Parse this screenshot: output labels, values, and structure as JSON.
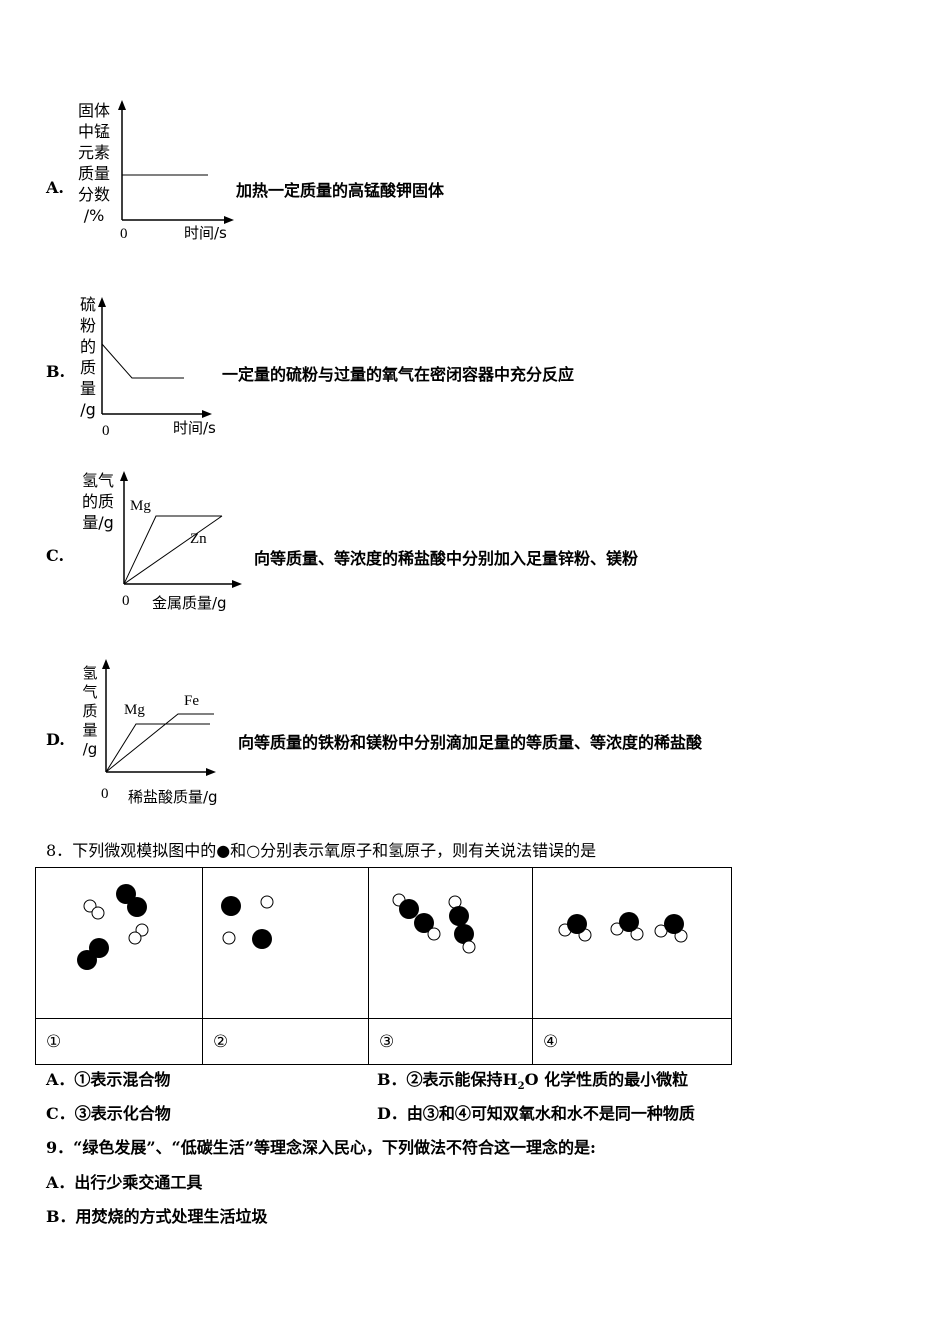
{
  "graphs": [
    {
      "letter": "A.",
      "y_label": "固体\n中锰\n元素\n质量\n分数\n/%",
      "origin": "0",
      "x_label": "时间/s",
      "caption": "加热一定质量的高锰酸钾固体"
    },
    {
      "letter": "B.",
      "y_label": "硫\n粉\n的\n质\n量\n/g",
      "origin": "0",
      "x_label": "时间/s",
      "caption": "一定量的硫粉与过量的氧气在密闭容器中充分反应"
    },
    {
      "letter": "C.",
      "y_label": "氢气\n的质\n量/g",
      "origin": "0",
      "x_label": "金属质量/g",
      "line_labels": [
        "Mg",
        "Zn"
      ],
      "caption": "向等质量、等浓度的稀盐酸中分别加入足量锌粉、镁粉"
    },
    {
      "letter": "D.",
      "y_label": "氢\n气\n质\n量\n/g",
      "origin": "0",
      "x_label": "稀盐酸质量/g",
      "line_labels": [
        "Mg",
        "Fe"
      ],
      "caption": "向等质量的铁粉和镁粉中分别滴加足量的等质量、等浓度的稀盐酸"
    }
  ],
  "q8": {
    "number": "8．",
    "text_before": "下列微观模拟图中的",
    "filled_symbol": "●",
    "text_middle": "和",
    "open_symbol": "○",
    "text_after": "分别表示氧原子和氢原子，则有关说法错误的是",
    "cells": [
      "①",
      "②",
      "③",
      "④"
    ],
    "options": {
      "A": "A．①表示混合物",
      "B_pre": "B．②表示能保持",
      "B_formula_1": "H",
      "B_formula_sub": "2",
      "B_formula_2": "O",
      "B_post": "化学性质的最小微粒",
      "C": "C．③表示化合物",
      "D": "D．由③和④可知双氧水和水不是同一种物质"
    }
  },
  "q9": {
    "stem": "9．“绿色发展”、“低碳生活”等理念深入民心，下列做法不符合这一理念的是:",
    "A": "A．出行少乘交通工具",
    "B": "B．用焚烧的方式处理生活垃圾"
  }
}
